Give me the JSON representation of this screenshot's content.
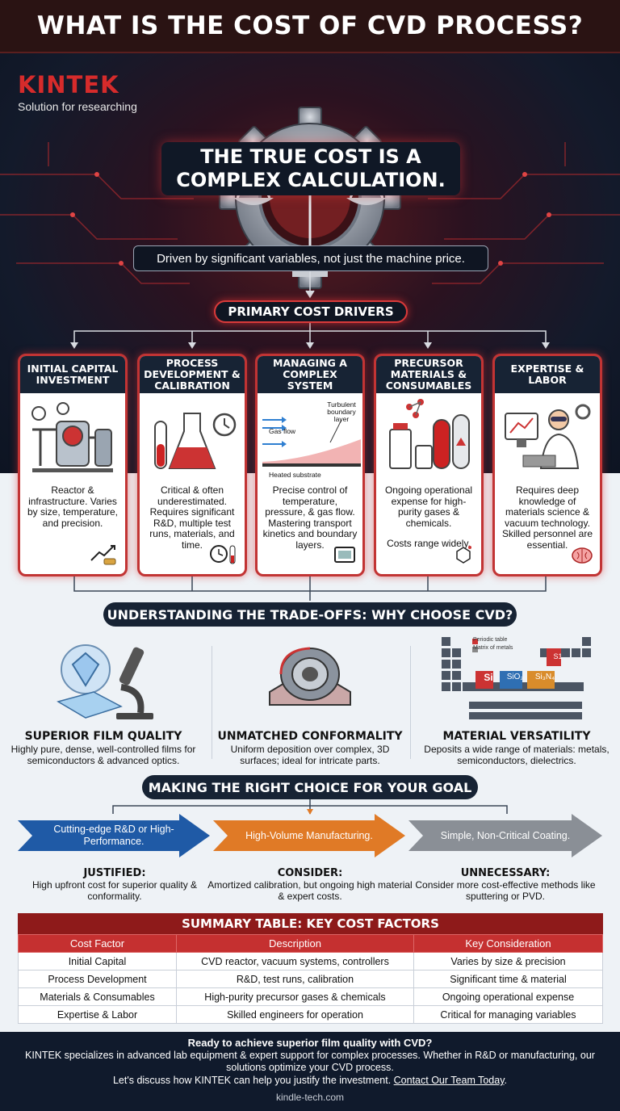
{
  "title": "WHAT IS THE COST OF CVD PROCESS?",
  "brand": {
    "logo": "KINTEK",
    "tagline": "Solution for researching"
  },
  "hero": {
    "headline": "THE TRUE COST IS A COMPLEX CALCULATION.",
    "subtitle": "Driven by significant variables, not just the machine price."
  },
  "drivers_label": "PRIMARY COST DRIVERS",
  "drivers": [
    {
      "title": "INITIAL CAPITAL INVESTMENT",
      "desc": "Reactor & infrastructure. Varies by size, temperature, and precision.",
      "icon": "reactor-icon"
    },
    {
      "title": "PROCESS DEVELOPMENT & CALIBRATION",
      "desc": "Critical & often underestimated. Requires significant R&D, multiple test runs, materials, and time.",
      "icon": "flask-icon"
    },
    {
      "title": "MANAGING A COMPLEX SYSTEM",
      "desc": "Precise control of temperature, pressure, & gas flow. Mastering transport kinetics and boundary layers.",
      "icon": "gas-flow-icon",
      "diagram": {
        "turbulent": "Turbulent boundary layer",
        "gas_flow": "Gas flow",
        "substrate": "Heated substrate"
      }
    },
    {
      "title": "PRECURSOR MATERIALS & CONSUMABLES",
      "desc": "Ongoing operational expense for high-purity gases & chemicals.",
      "desc2": "Costs range widely.",
      "icon": "gas-cylinder-icon"
    },
    {
      "title": "EXPERTISE & LABOR",
      "desc": "Requires deep knowledge of materials science & vacuum technology. Skilled personnel are essential.",
      "icon": "scientist-icon"
    }
  ],
  "tradeoffs_label": "UNDERSTANDING THE TRADE-OFFS: WHY CHOOSE CVD?",
  "benefits": [
    {
      "title": "SUPERIOR FILM QUALITY",
      "desc": "Highly pure, dense, well-controlled films for semiconductors & advanced optics.",
      "icon": "microscope-icon"
    },
    {
      "title": "UNMATCHED CONFORMALITY",
      "desc": "Uniform deposition over complex, 3D surfaces; ideal for intricate parts.",
      "icon": "part-icon"
    },
    {
      "title": "MATERIAL VERSATILITY",
      "desc": "Deposits a wide range of materials: metals, semiconductors, dielectrics.",
      "icon": "periodic-table-icon",
      "table": {
        "legend1": "Periodic table",
        "legend2": "Matrix of metals",
        "si": "Si",
        "sio2": "SiO₂",
        "si3n4": "Si₃N₄",
        "s1": "S1"
      }
    }
  ],
  "choice_label": "MAKING THE RIGHT CHOICE FOR YOUR GOAL",
  "goals": [
    {
      "label": "Cutting-edge R&D or High-Performance.",
      "verdict": "JUSTIFIED:",
      "desc": "High upfront cost for superior quality & conformality.",
      "color": "#1f5aa6"
    },
    {
      "label": "High-Volume Manufacturing.",
      "verdict": "CONSIDER:",
      "desc": "Amortized calibration, but ongoing high material & expert costs.",
      "color": "#e07a26"
    },
    {
      "label": "Simple, Non-Critical Coating.",
      "verdict": "UNNECESSARY:",
      "desc": "Consider more cost-effective methods like sputtering or PVD.",
      "color": "#8a8f96"
    }
  ],
  "summary": {
    "title": "SUMMARY TABLE: KEY COST FACTORS",
    "headers": [
      "Cost Factor",
      "Description",
      "Key Consideration"
    ],
    "rows": [
      [
        "Initial Capital",
        "CVD reactor, vacuum systems, controllers",
        "Varies by size & precision"
      ],
      [
        "Process Development",
        "R&D, test runs, calibration",
        "Significant time & material"
      ],
      [
        "Materials & Consumables",
        "High-purity precursor gases & chemicals",
        "Ongoing operational expense"
      ],
      [
        "Expertise & Labor",
        "Skilled engineers for operation",
        "Critical for managing variables"
      ]
    ]
  },
  "footer": {
    "line1": "Ready to achieve superior film quality with CVD?",
    "line2": "KINTEK specializes in advanced lab equipment & expert support for complex processes. Whether in R&D or manufacturing, our solutions optimize your CVD process.",
    "line3": "Let's discuss how KINTEK can help you justify the investment.",
    "cta": "Contact Our Team Today",
    "site": "kindle-tech.com"
  },
  "colors": {
    "accent_red": "#c53030",
    "navy": "#172334",
    "dark_bg": "#131a2b"
  }
}
